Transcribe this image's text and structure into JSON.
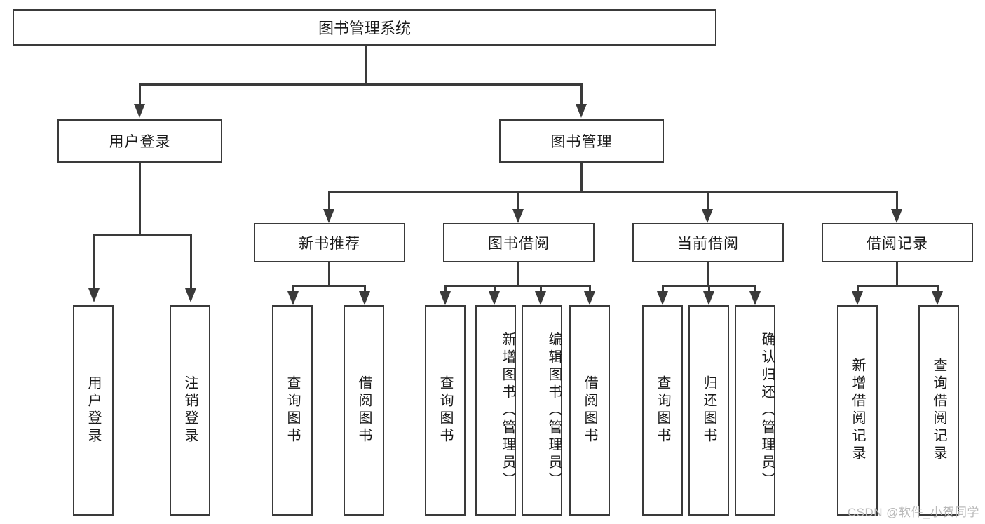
{
  "diagram": {
    "title": "图书管理系统",
    "root": {
      "label": "图书管理系统"
    },
    "level1": [
      {
        "label": "用户登录"
      },
      {
        "label": "图书管理"
      }
    ],
    "level2": [
      {
        "label": "新书推荐"
      },
      {
        "label": "图书借阅"
      },
      {
        "label": "当前借阅"
      },
      {
        "label": "借阅记录"
      }
    ],
    "leaves": {
      "user_login": [
        {
          "label": "用户登录"
        },
        {
          "label": "注销登录"
        }
      ],
      "new_book": [
        {
          "label": "查询图书"
        },
        {
          "label": "借阅图书"
        }
      ],
      "book_borrow": [
        {
          "label": "查询图书"
        },
        {
          "label": "新增图书（管理员）"
        },
        {
          "label": "编辑图书（管理员）"
        },
        {
          "label": "借阅图书"
        }
      ],
      "current_borrow": [
        {
          "label": "查询图书"
        },
        {
          "label": "归还图书"
        },
        {
          "label": "确认归还（管理员）"
        }
      ],
      "borrow_record": [
        {
          "label": "新增借阅记录"
        },
        {
          "label": "查询借阅记录"
        }
      ]
    }
  },
  "watermark": {
    "text": "CSDN @软件_小贺同学"
  },
  "colors": {
    "line": "#3a3a3a",
    "box_fill": "#ffffff",
    "text": "#1a1a1a",
    "watermark": "#b9b9b9"
  }
}
